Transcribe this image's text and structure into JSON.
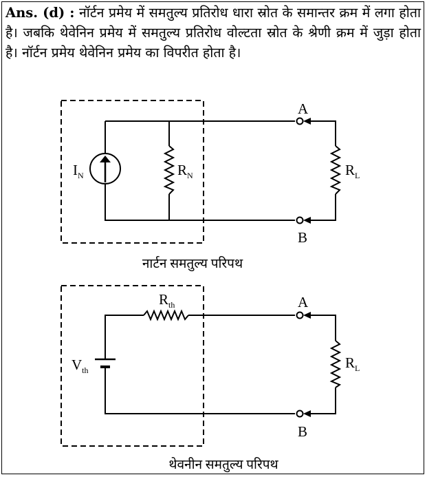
{
  "answer": {
    "label": "Ans. (d) :",
    "text": " नॉर्टन प्रमेय में समतुल्य प्रतिरोध धारा स्रोत के समान्तर क्रम में लगा होता है। जबकि थेवेनिन प्रमेय में समतुल्य प्रतिरोध वोल्टता स्रोत के श्रेणी क्रम में जुड़ा होता है। नॉर्टन प्रमेय थेवेनिन प्रमेय का विपरीत होता है।"
  },
  "norton": {
    "source_main": "I",
    "source_sub": "N",
    "res_main": "R",
    "res_sub": "N",
    "load_main": "R",
    "load_sub": "L",
    "terminal_a": "A",
    "terminal_b": "B",
    "caption": "नार्टन समतुल्य परिपथ"
  },
  "thevenin": {
    "source_main": "V",
    "source_sub": "th",
    "res_main": "R",
    "res_sub": "th",
    "load_main": "R",
    "load_sub": "L",
    "terminal_a": "A",
    "terminal_b": "B",
    "caption": "थेवनीन समतुल्य परिपथ"
  }
}
